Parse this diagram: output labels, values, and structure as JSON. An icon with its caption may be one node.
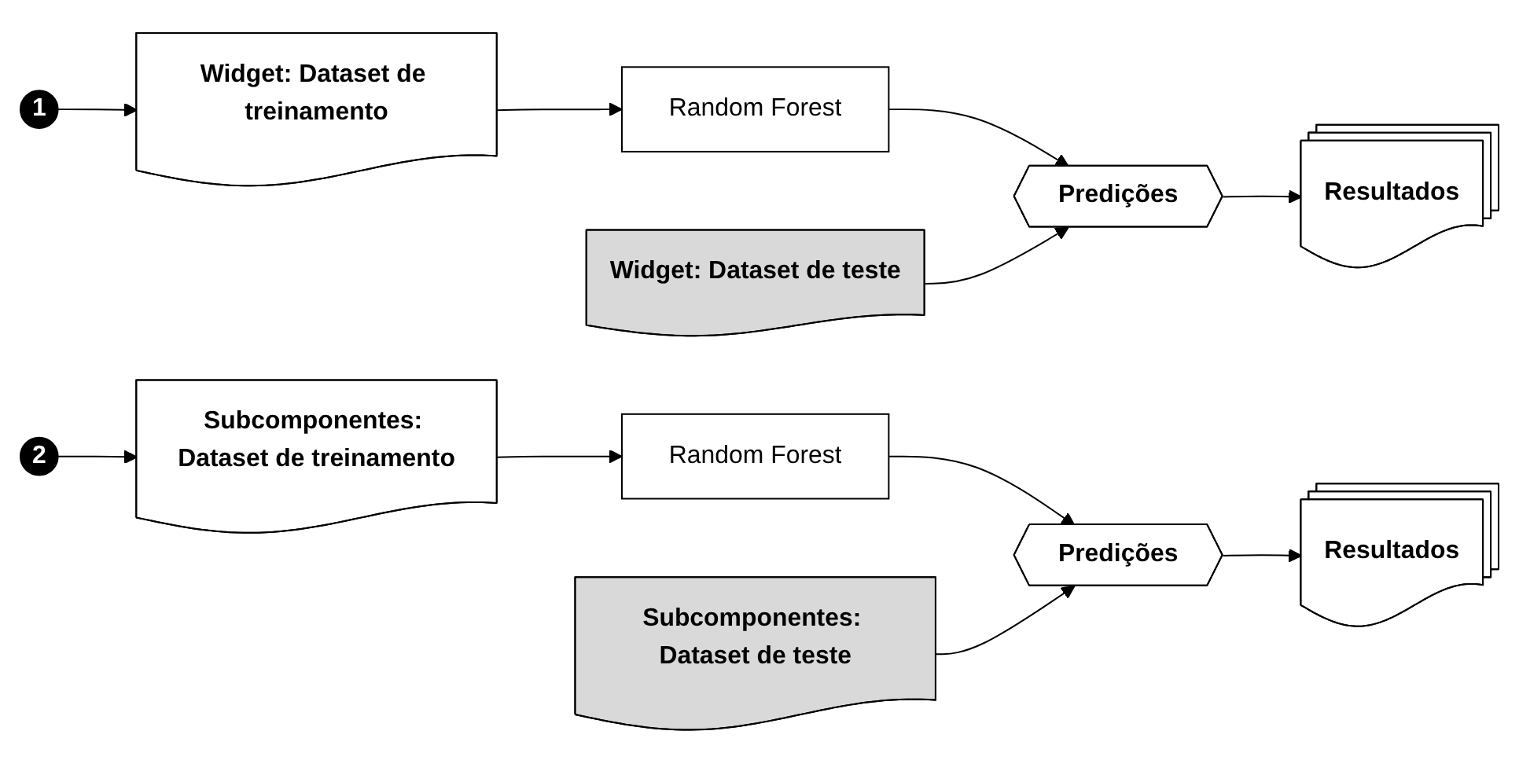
{
  "diagram": {
    "nodes": [
      {
        "text": [
          "1"
        ]
      },
      {
        "text": [
          "Widget: Dataset de treinamento"
        ]
      },
      {
        "text": [
          "Random Forest"
        ]
      },
      {
        "text": [
          "Widget: Dataset de teste"
        ]
      },
      {
        "text": [
          "Predições"
        ]
      },
      {
        "text": [
          "Resultados"
        ]
      },
      {
        "text": [
          "2"
        ]
      },
      {
        "text": [
          "Subcomponentes: Dataset de treinamento"
        ]
      },
      {
        "text": [
          "Random Forest"
        ]
      },
      {
        "text": [
          "Subcomponentes: Dataset de teste"
        ]
      },
      {
        "text": [
          "Predições"
        ]
      },
      {
        "text": [
          "Resultados"
        ]
      }
    ],
    "edges": [
      {
        "from": 0,
        "to": 1,
        "arrow": "to"
      },
      {
        "from": 1,
        "to": 2,
        "arrow": "to"
      },
      {
        "from": 2,
        "to": 4,
        "arrow": "to"
      },
      {
        "from": 3,
        "to": 4,
        "arrow": "to"
      },
      {
        "from": 4,
        "to": 5,
        "arrow": "to"
      },
      {
        "from": 6,
        "to": 7,
        "arrow": "to"
      },
      {
        "from": 7,
        "to": 8,
        "arrow": "to"
      },
      {
        "from": 8,
        "to": 10,
        "arrow": "to"
      },
      {
        "from": 9,
        "to": 10,
        "arrow": "to"
      },
      {
        "from": 10,
        "to": 11,
        "arrow": "to"
      }
    ]
  }
}
